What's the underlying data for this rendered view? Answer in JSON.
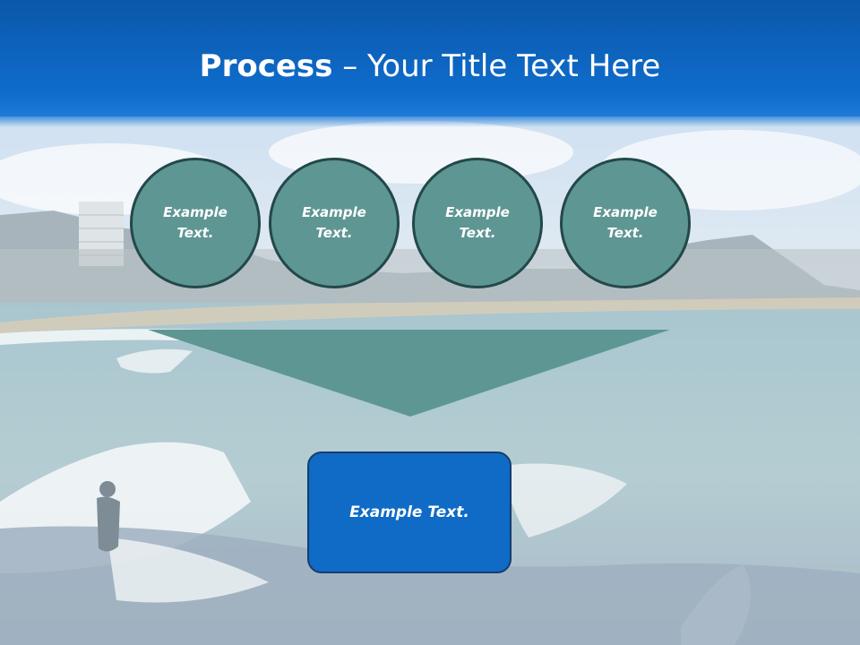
{
  "slide": {
    "title_bold": "Process",
    "title_separator": " – ",
    "title_rest": "Your Title Text Here",
    "circles": [
      {
        "text": "Example\nText."
      },
      {
        "text": "Example\nText."
      },
      {
        "text": "Example\nText."
      },
      {
        "text": "Example\nText."
      }
    ],
    "result_text": "Example Text."
  },
  "colors": {
    "header": "#0f6ccc",
    "circle_fill": "#5e9693",
    "circle_border": "#23484a",
    "funnel": "#5e9693",
    "result_box": "#0f6bc5"
  }
}
